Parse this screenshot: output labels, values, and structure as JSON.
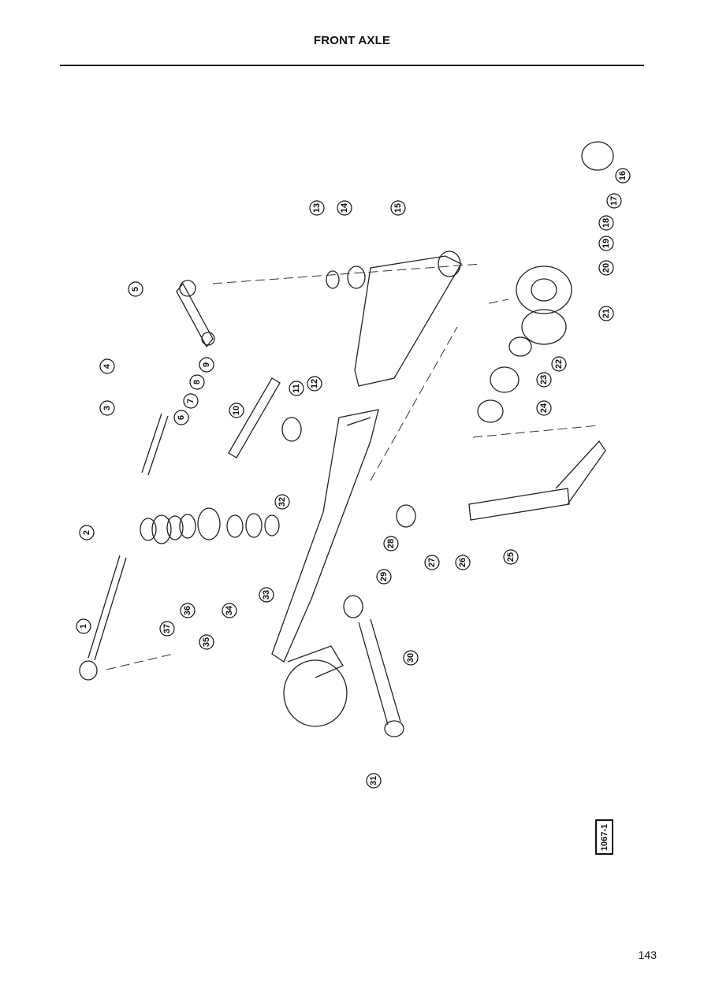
{
  "header": {
    "title": "FRONT AXLE"
  },
  "figure": {
    "reference_code": "1067-1",
    "callouts": [
      "1",
      "2",
      "3",
      "4",
      "5",
      "6",
      "7",
      "8",
      "9",
      "10",
      "11",
      "12",
      "13",
      "14",
      "15",
      "16",
      "17",
      "18",
      "19",
      "20",
      "21",
      "22",
      "23",
      "24",
      "25",
      "26",
      "27",
      "28",
      "29",
      "30",
      "31",
      "32",
      "33",
      "34",
      "35",
      "36",
      "37"
    ]
  },
  "footer": {
    "page_number": "143"
  }
}
